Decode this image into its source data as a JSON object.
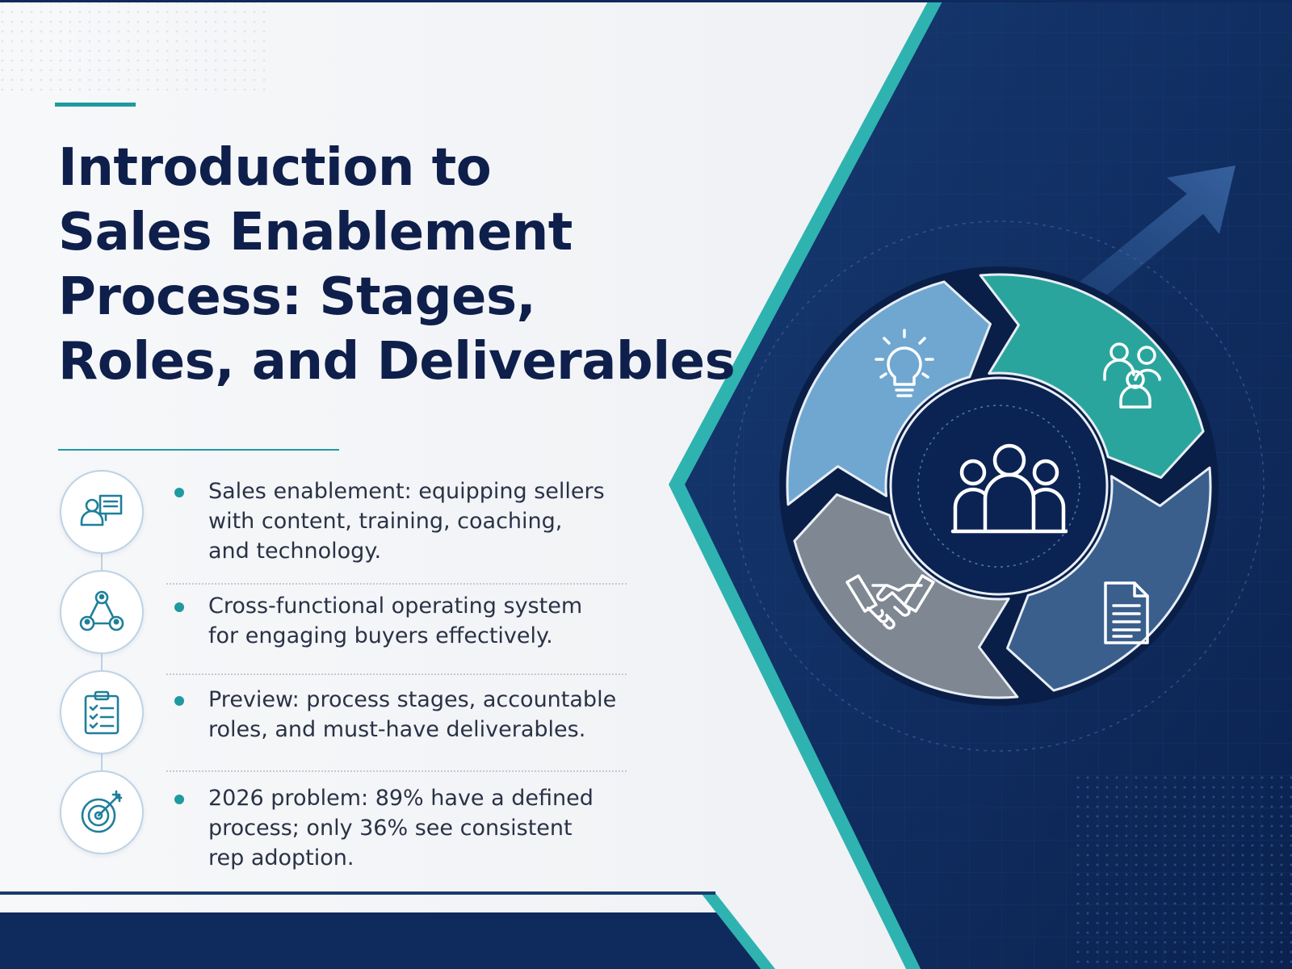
{
  "title_lines": [
    "Introduction to",
    "Sales Enablement",
    "Process: Stages,",
    "Roles, and Deliverables"
  ],
  "bullets": [
    {
      "icon": "presenter-board-icon",
      "lines": [
        "Sales enablement: equipping sellers",
        "with content, training, coaching,",
        "and technology."
      ]
    },
    {
      "icon": "network-people-icon",
      "lines": [
        "Cross-functional operating system",
        "for engaging buyers effectively."
      ]
    },
    {
      "icon": "clipboard-checklist-icon",
      "lines": [
        "Preview: process stages, accountable",
        "roles, and must-have deliverables."
      ]
    },
    {
      "icon": "target-arrow-icon",
      "lines": [
        "2026 problem: 89% have a defined",
        "process; only 36% see consistent",
        "rep adoption."
      ]
    }
  ],
  "cycle": {
    "center_icon": "team-group-icon",
    "segments": [
      {
        "icon": "lightbulb-icon",
        "color": "#2aa59d"
      },
      {
        "icon": "people-icon",
        "color": "#3a5f8d"
      },
      {
        "icon": "document-icon",
        "color": "#7e8792"
      },
      {
        "icon": "handshake-icon",
        "color": "#6fa7d1"
      }
    ]
  },
  "colors": {
    "navy": "#0f2a5c",
    "teal": "#1f9aa0",
    "title": "#0f1f4b"
  }
}
